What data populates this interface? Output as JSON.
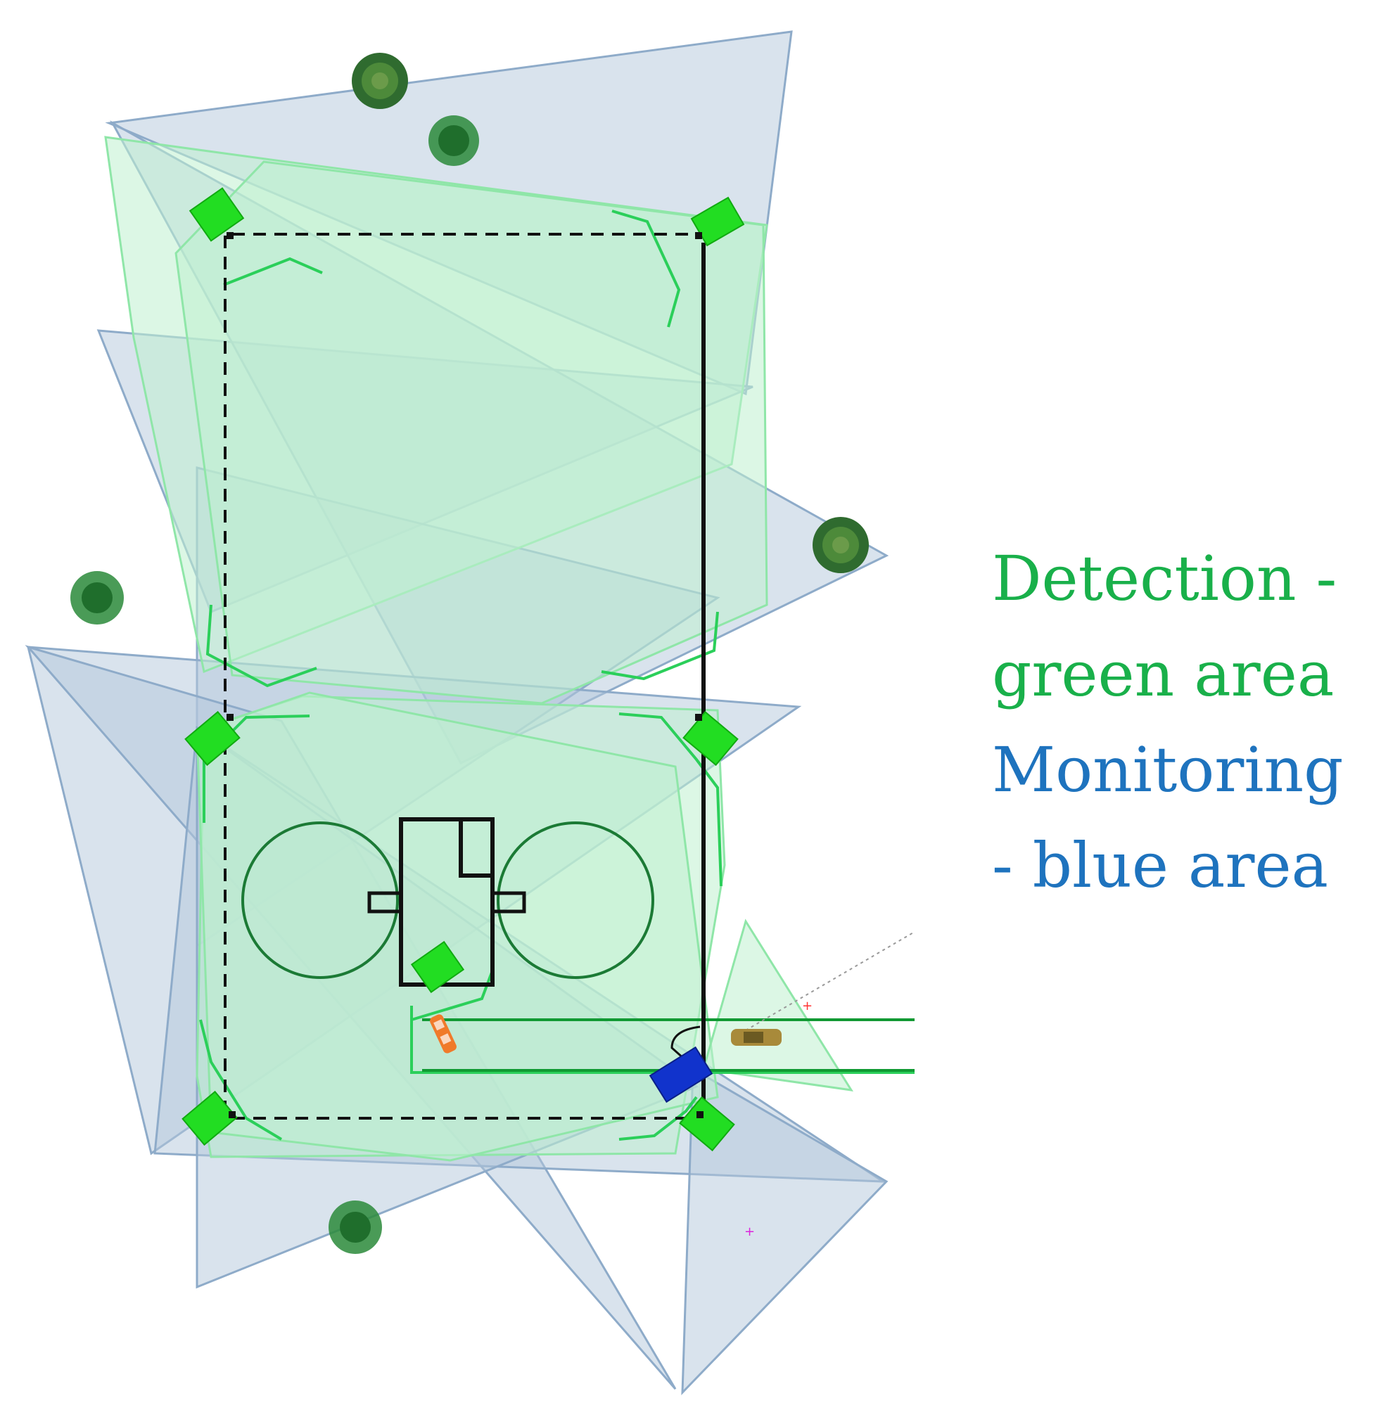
{
  "legend": {
    "line1": "Detection  -",
    "line2": "green area",
    "line3": "Monitoring",
    "line4": "- blue area"
  },
  "colors": {
    "detection": "#19b04a",
    "monitoring": "#1e73be",
    "monitoring_fill": "#b4c8dc",
    "detection_fill": "#bff0cf",
    "camera": "#22dd22",
    "camera_selected": "#1133cc",
    "tree": "#2f6b2f",
    "outline": "#000000"
  },
  "icons": {
    "camera": "camera-icon",
    "tree": "tree-icon",
    "vehicle": "car-icon",
    "person": "person-icon"
  }
}
